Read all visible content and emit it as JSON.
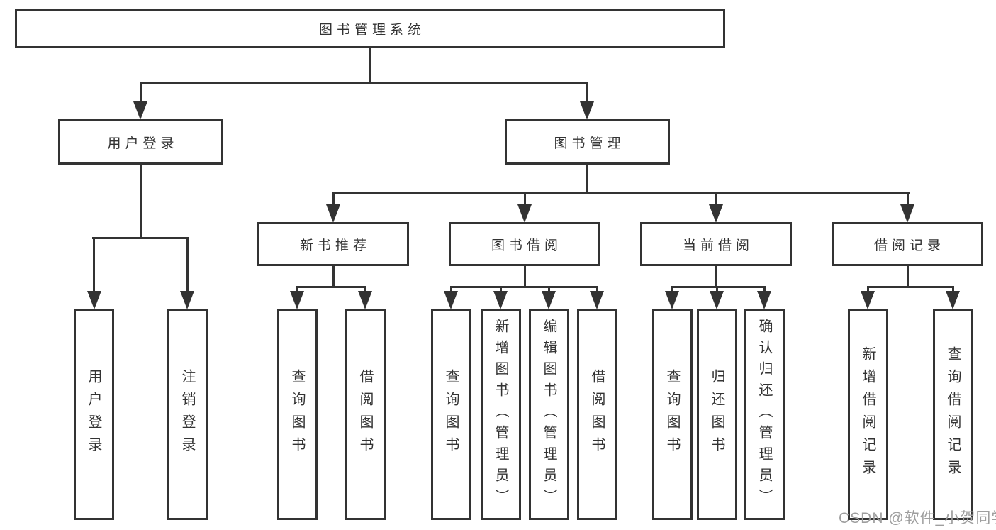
{
  "colors": {
    "line": "#333333",
    "box_background": "#ffffff",
    "text": "#333333",
    "watermark": "#9e9e9e"
  },
  "tree": {
    "root": {
      "label": "图书管理系统",
      "children": [
        {
          "label": "用户登录",
          "children": [
            {
              "label": "用户登录"
            },
            {
              "label": "注销登录"
            }
          ]
        },
        {
          "label": "图书管理",
          "children": [
            {
              "label": "新书推荐",
              "children": [
                {
                  "label": "查询图书"
                },
                {
                  "label": "借阅图书"
                }
              ]
            },
            {
              "label": "图书借阅",
              "children": [
                {
                  "label": "查询图书"
                },
                {
                  "label": "新增图书（管理员）"
                },
                {
                  "label": "编辑图书（管理员）"
                },
                {
                  "label": "借阅图书"
                }
              ]
            },
            {
              "label": "当前借阅",
              "children": [
                {
                  "label": "查询图书"
                },
                {
                  "label": "归还图书"
                },
                {
                  "label": "确认归还（管理员）"
                }
              ]
            },
            {
              "label": "借阅记录",
              "children": [
                {
                  "label": "新增借阅记录"
                },
                {
                  "label": "查询借阅记录"
                }
              ]
            }
          ]
        }
      ]
    }
  },
  "watermark": {
    "text": "CSDN @软件_小贺同学"
  }
}
